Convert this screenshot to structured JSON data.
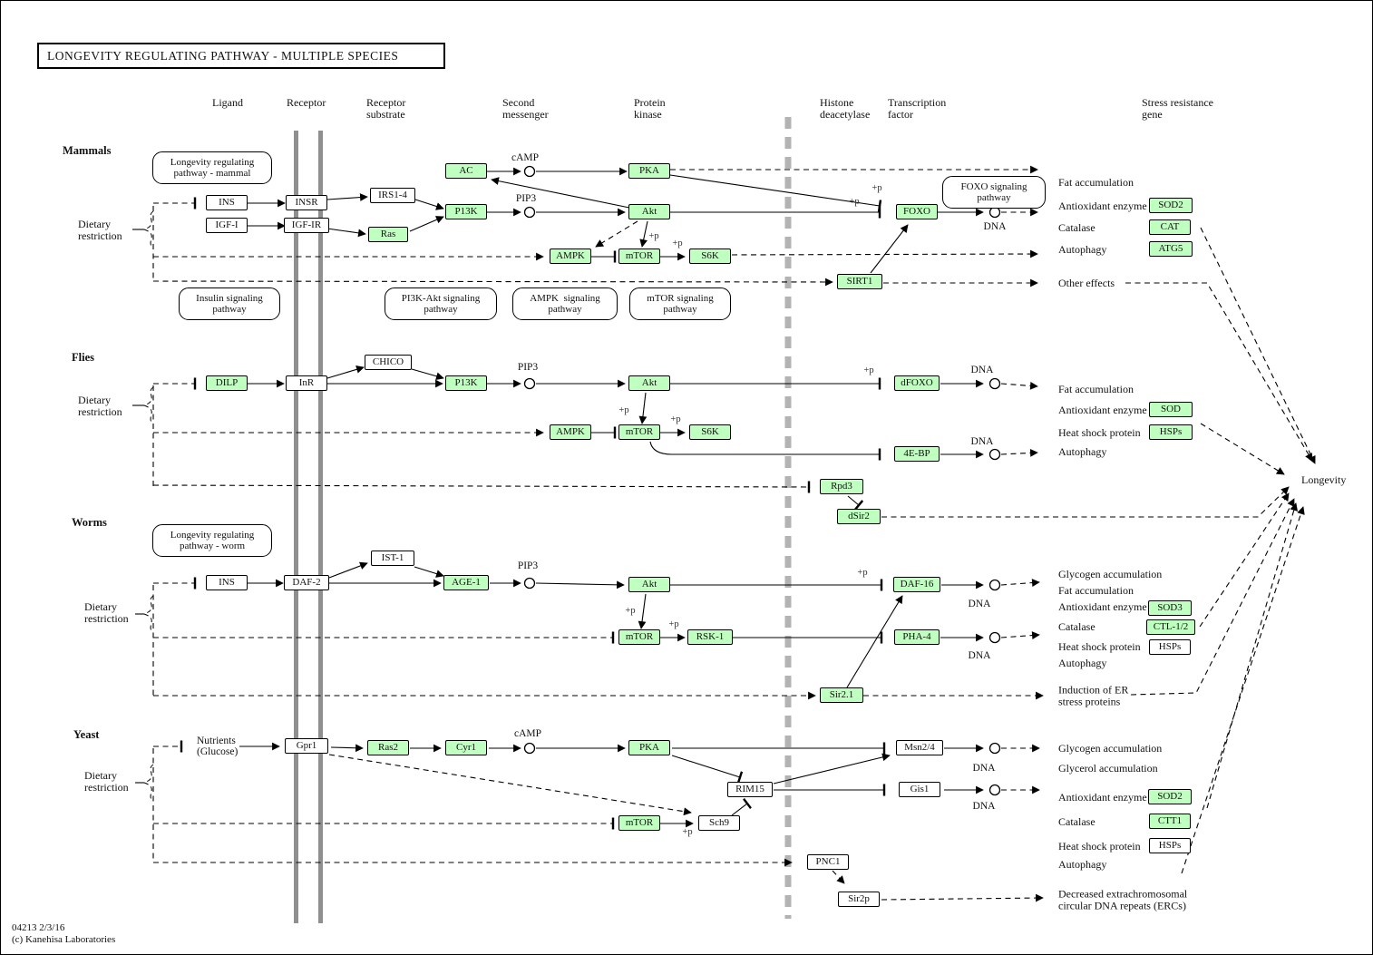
{
  "title": "LONGEVITY REGULATING PATHWAY  -  MULTIPLE  SPECIES",
  "footer": {
    "map_id": "04213 2/3/16",
    "copyright": "(c) Kanehisa Laboratories"
  },
  "colors": {
    "node_green": "#BFFFBF",
    "membrane_gray": "#8f8f8f",
    "nuclear_membrane_gray": "#b3b3b3"
  },
  "column_headers": [
    "Ligand",
    "Receptor",
    "Receptor\nsubstrate",
    "Second\nmessenger",
    "Protein\nkinase",
    "Histone\ndeacetylase",
    "Transcription\nfactor",
    "Stress resistance\ngene"
  ],
  "section_labels": [
    "Mammals",
    "Flies",
    "Worms",
    "Yeast"
  ],
  "labels": {
    "dietary": "Dietary\nrestriction",
    "longevity": "Longevity"
  },
  "pathway_boxes": [
    {
      "id": "p_mammal",
      "label": "Longevity regulating\npathway - mammal"
    },
    {
      "id": "p_insulin",
      "label": "Insulin signaling\npathway"
    },
    {
      "id": "p_pi3kakt",
      "label": "PI3K-Akt signaling\npathway"
    },
    {
      "id": "p_ampk",
      "label": "AMPK  signaling\npathway"
    },
    {
      "id": "p_mtor",
      "label": "mTOR signaling\npathway"
    },
    {
      "id": "p_foxo",
      "label": "FOXO signaling\npathway"
    },
    {
      "id": "p_worm",
      "label": "Longevity regulating\npathway - worm"
    }
  ],
  "nodes": [
    {
      "id": "m_ins",
      "label": "INS",
      "fill": "w"
    },
    {
      "id": "m_igf1",
      "label": "IGF-I",
      "fill": "w"
    },
    {
      "id": "m_insr",
      "label": "INSR",
      "fill": "w"
    },
    {
      "id": "m_igfir",
      "label": "IGF-IR",
      "fill": "w"
    },
    {
      "id": "m_irs",
      "label": "IRS1-4",
      "fill": "w"
    },
    {
      "id": "m_ras",
      "label": "Ras",
      "fill": "g"
    },
    {
      "id": "m_ac",
      "label": "AC",
      "fill": "g"
    },
    {
      "id": "m_pka",
      "label": "PKA",
      "fill": "g"
    },
    {
      "id": "m_pi3k",
      "label": "P13K",
      "fill": "g"
    },
    {
      "id": "m_akt",
      "label": "Akt",
      "fill": "g"
    },
    {
      "id": "m_ampk",
      "label": "AMPK",
      "fill": "g"
    },
    {
      "id": "m_mtor",
      "label": "mTOR",
      "fill": "g"
    },
    {
      "id": "m_s6k",
      "label": "S6K",
      "fill": "g"
    },
    {
      "id": "m_sirt1",
      "label": "SIRT1",
      "fill": "g"
    },
    {
      "id": "m_foxo",
      "label": "FOXO",
      "fill": "g"
    },
    {
      "id": "m_sod2",
      "label": "SOD2",
      "fill": "g"
    },
    {
      "id": "m_cat",
      "label": "CAT",
      "fill": "g"
    },
    {
      "id": "m_atg5",
      "label": "ATG5",
      "fill": "g"
    },
    {
      "id": "f_dilp",
      "label": "DILP",
      "fill": "g"
    },
    {
      "id": "f_inr",
      "label": "InR",
      "fill": "w"
    },
    {
      "id": "f_chico",
      "label": "CHICO",
      "fill": "w"
    },
    {
      "id": "f_pi3k",
      "label": "P13K",
      "fill": "g"
    },
    {
      "id": "f_akt",
      "label": "Akt",
      "fill": "g"
    },
    {
      "id": "f_ampk",
      "label": "AMPK",
      "fill": "g"
    },
    {
      "id": "f_mtor",
      "label": "mTOR",
      "fill": "g"
    },
    {
      "id": "f_s6k",
      "label": "S6K",
      "fill": "g"
    },
    {
      "id": "f_dfoxo",
      "label": "dFOXO",
      "fill": "g"
    },
    {
      "id": "f_4ebp",
      "label": "4E-BP",
      "fill": "g"
    },
    {
      "id": "f_rpd3",
      "label": "Rpd3",
      "fill": "g"
    },
    {
      "id": "f_dsir2",
      "label": "dSir2",
      "fill": "g"
    },
    {
      "id": "f_sod",
      "label": "SOD",
      "fill": "g"
    },
    {
      "id": "f_hsps",
      "label": "HSPs",
      "fill": "g"
    },
    {
      "id": "w_ins",
      "label": "INS",
      "fill": "w"
    },
    {
      "id": "w_daf2",
      "label": "DAF-2",
      "fill": "w"
    },
    {
      "id": "w_ist1",
      "label": "IST-1",
      "fill": "w"
    },
    {
      "id": "w_age1",
      "label": "AGE-1",
      "fill": "g"
    },
    {
      "id": "w_akt",
      "label": "Akt",
      "fill": "g"
    },
    {
      "id": "w_mtor",
      "label": "mTOR",
      "fill": "g"
    },
    {
      "id": "w_rsk1",
      "label": "RSK-1",
      "fill": "g"
    },
    {
      "id": "w_daf16",
      "label": "DAF-16",
      "fill": "g"
    },
    {
      "id": "w_pha4",
      "label": "PHA-4",
      "fill": "g"
    },
    {
      "id": "w_sir21",
      "label": "Sir2.1",
      "fill": "g"
    },
    {
      "id": "w_sod3",
      "label": "SOD3",
      "fill": "g"
    },
    {
      "id": "w_ctl12",
      "label": "CTL-1/2",
      "fill": "g"
    },
    {
      "id": "w_hsps",
      "label": "HSPs",
      "fill": "w"
    },
    {
      "id": "y_gpr1",
      "label": "Gpr1",
      "fill": "w"
    },
    {
      "id": "y_ras2",
      "label": "Ras2",
      "fill": "g"
    },
    {
      "id": "y_cyr1",
      "label": "Cyr1",
      "fill": "g"
    },
    {
      "id": "y_pka",
      "label": "PKA",
      "fill": "g"
    },
    {
      "id": "y_rim15",
      "label": "RIM15",
      "fill": "w"
    },
    {
      "id": "y_msn24",
      "label": "Msn2/4",
      "fill": "w"
    },
    {
      "id": "y_gis1",
      "label": "Gis1",
      "fill": "w"
    },
    {
      "id": "y_mtor",
      "label": "mTOR",
      "fill": "g"
    },
    {
      "id": "y_sch9",
      "label": "Sch9",
      "fill": "w"
    },
    {
      "id": "y_pnc1",
      "label": "PNC1",
      "fill": "w"
    },
    {
      "id": "y_sir2p",
      "label": "Sir2p",
      "fill": "w"
    },
    {
      "id": "y_sod2",
      "label": "SOD2",
      "fill": "g"
    },
    {
      "id": "y_ctt1",
      "label": "CTT1",
      "fill": "g"
    },
    {
      "id": "y_hsps",
      "label": "HSPs",
      "fill": "w"
    }
  ],
  "annotations": [
    {
      "id": "camp_m",
      "text": "cAMP"
    },
    {
      "id": "pip3_m",
      "text": "PIP3"
    },
    {
      "id": "pip3_f",
      "text": "PIP3"
    },
    {
      "id": "pip3_w",
      "text": "PIP3"
    },
    {
      "id": "camp_y",
      "text": "cAMP"
    },
    {
      "id": "dna_m",
      "text": "DNA"
    },
    {
      "id": "dna_f1",
      "text": "DNA"
    },
    {
      "id": "dna_f2",
      "text": "DNA"
    },
    {
      "id": "dna_w1",
      "text": "DNA"
    },
    {
      "id": "dna_w2",
      "text": "DNA"
    },
    {
      "id": "dna_y1",
      "text": "DNA"
    },
    {
      "id": "dna_y2",
      "text": "DNA"
    },
    {
      "id": "pp_m1",
      "text": "+p"
    },
    {
      "id": "pp_m2",
      "text": "+p"
    },
    {
      "id": "pp_m3",
      "text": "+p"
    },
    {
      "id": "pp_m4",
      "text": "+p"
    },
    {
      "id": "pp_f1",
      "text": "+p"
    },
    {
      "id": "pp_f2",
      "text": "+p"
    },
    {
      "id": "pp_f3",
      "text": "+p"
    },
    {
      "id": "pp_w1",
      "text": "+p"
    },
    {
      "id": "pp_w2",
      "text": "+p"
    },
    {
      "id": "pp_w3",
      "text": "+p"
    },
    {
      "id": "pp_y1",
      "text": "+p"
    },
    {
      "id": "nutrients",
      "text": "Nutrients\n(Glucose)"
    },
    {
      "id": "m_fat",
      "text": "Fat accumulation"
    },
    {
      "id": "m_antiox",
      "text": "Antioxidant enzyme"
    },
    {
      "id": "m_cat_l",
      "text": "Catalase"
    },
    {
      "id": "m_auto",
      "text": "Autophagy"
    },
    {
      "id": "m_other",
      "text": "Other effects"
    },
    {
      "id": "f_fat",
      "text": "Fat accumulation"
    },
    {
      "id": "f_antiox",
      "text": "Antioxidant enzyme"
    },
    {
      "id": "f_hsp",
      "text": "Heat shock protein"
    },
    {
      "id": "f_auto",
      "text": "Autophagy"
    },
    {
      "id": "w_glycogen",
      "text": "Glycogen accumulation"
    },
    {
      "id": "w_fat",
      "text": "Fat accumulation"
    },
    {
      "id": "w_antiox",
      "text": "Antioxidant enzyme"
    },
    {
      "id": "w_cat_l",
      "text": "Catalase"
    },
    {
      "id": "w_hsp",
      "text": "Heat shock protein"
    },
    {
      "id": "w_auto",
      "text": "Autophagy"
    },
    {
      "id": "w_er",
      "text": "Induction of ER\nstress proteins"
    },
    {
      "id": "y_glycogen",
      "text": "Glycogen accumulation"
    },
    {
      "id": "y_glycerol",
      "text": "Glycerol accumulation"
    },
    {
      "id": "y_antiox",
      "text": "Antioxidant enzyme"
    },
    {
      "id": "y_cat_l",
      "text": "Catalase"
    },
    {
      "id": "y_hsp",
      "text": "Heat shock protein"
    },
    {
      "id": "y_auto",
      "text": "Autophagy"
    },
    {
      "id": "y_ercs",
      "text": "Decreased extrachromosomal\ncircular DNA repeats (ERCs)"
    }
  ]
}
